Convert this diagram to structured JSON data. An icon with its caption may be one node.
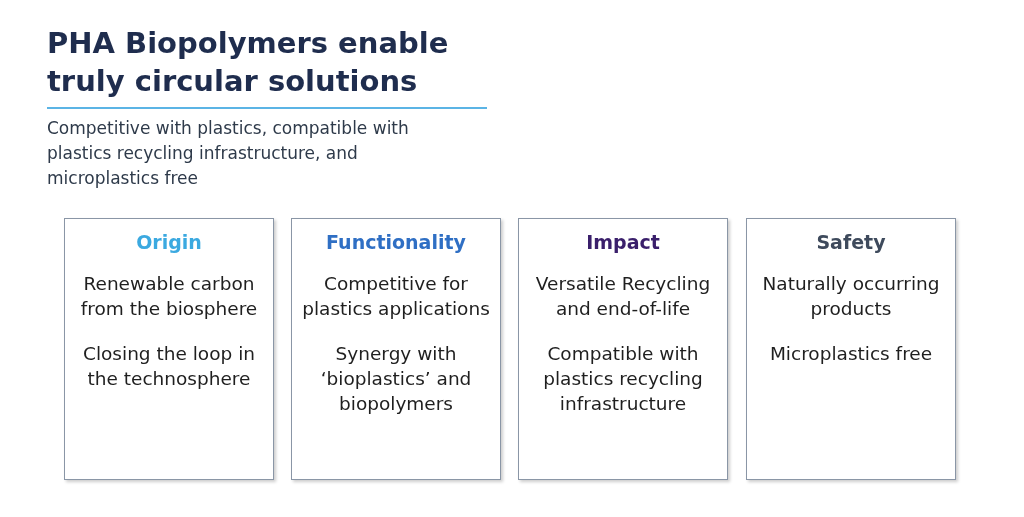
{
  "diagram": {
    "title": "PHA Biopolymers enable truly circular solutions",
    "nodes": [
      {
        "text": [
          "Origin",
          "Renewable carbon from the biosphere",
          "Closing the loop in the technosphere"
        ]
      },
      {
        "text": [
          "Functionality",
          "Competitive for plastics applications",
          "Synergy with ‘bioplastics’ and biopolymers"
        ]
      },
      {
        "text": [
          "Impact",
          "Versatile Recycling and end-of-life",
          "Compatible with plastics recycling infrastructure"
        ]
      },
      {
        "text": [
          "Safety",
          "Naturally occurring products",
          "Microplastics free"
        ]
      }
    ],
    "labels": [
      "Competitive with plastics, compatible with plastics recycling infrastructure, and microplastics free"
    ]
  }
}
